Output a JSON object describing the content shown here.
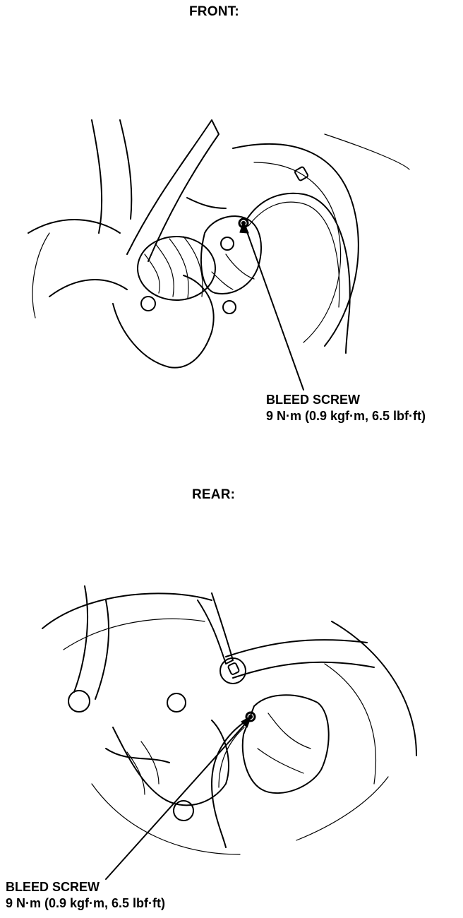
{
  "front": {
    "heading": "FRONT:",
    "callout_label": "BLEED SCREW",
    "callout_torque": "9 N·m (0.9 kgf·m, 6.5 lbf·ft)"
  },
  "rear": {
    "heading": "REAR:",
    "callout_label": "BLEED SCREW",
    "callout_torque": "9 N·m (0.9 kgf·m, 6.5 lbf·ft)"
  },
  "colors": {
    "line": "#000000",
    "background": "#ffffff"
  }
}
